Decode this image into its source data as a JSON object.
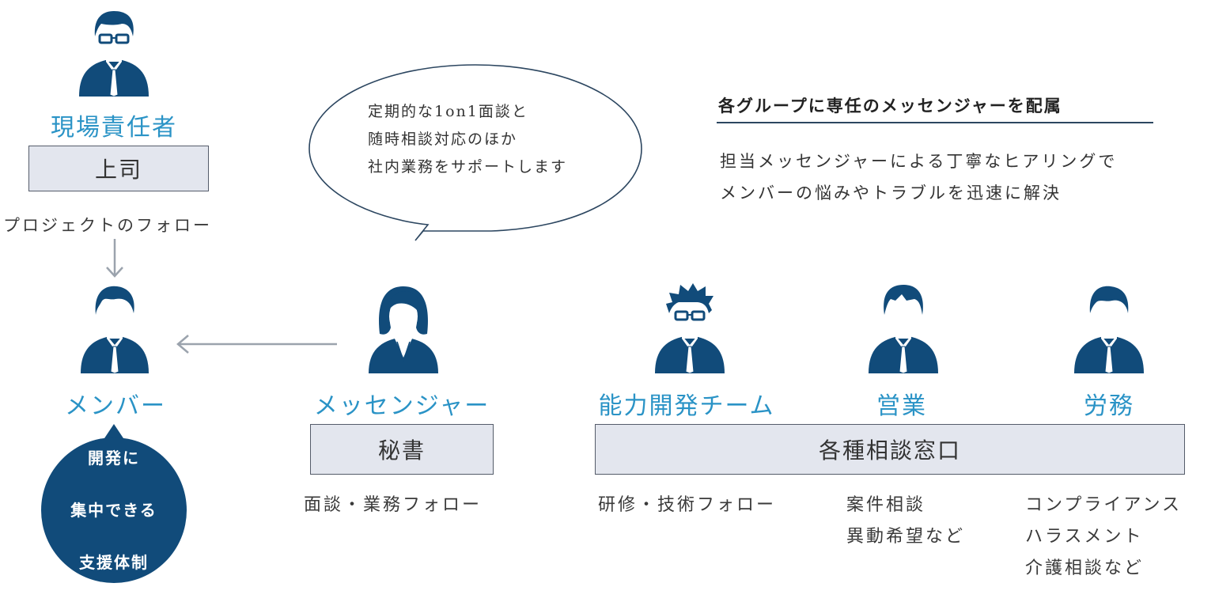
{
  "colors": {
    "navy": "#114b7a",
    "accent": "#2a93c6",
    "box_fill": "#e3e6ee",
    "arrow": "#9ba3ad"
  },
  "supervisor": {
    "role": "現場責任者",
    "box": "上司",
    "note": "プロジェクトのフォロー"
  },
  "member": {
    "role": "メンバー",
    "badge_lines": [
      "開発に",
      "集中できる",
      "支援体制"
    ]
  },
  "messenger": {
    "role": "メッセンジャー",
    "box": "秘書",
    "note": "面談・業務フォロー",
    "speech_lines": [
      "定期的な1on1面談と",
      "随時相談対応のほか",
      "社内業務をサポートします"
    ]
  },
  "info": {
    "heading": "各グループに専任のメッセンジャーを配属",
    "desc_lines": [
      "担当メッセンジャーによる丁寧なヒアリングで",
      "メンバーの悩みやトラブルを迅速に解決"
    ]
  },
  "consult": {
    "box": "各種相談窓口",
    "groups": [
      {
        "role": "能力開発チーム",
        "notes": [
          "研修・技術フォロー"
        ]
      },
      {
        "role": "営業",
        "notes": [
          "案件相談",
          "異動希望など"
        ]
      },
      {
        "role": "労務",
        "notes": [
          "コンプライアンス",
          "ハラスメント",
          "介護相談など"
        ]
      }
    ]
  }
}
